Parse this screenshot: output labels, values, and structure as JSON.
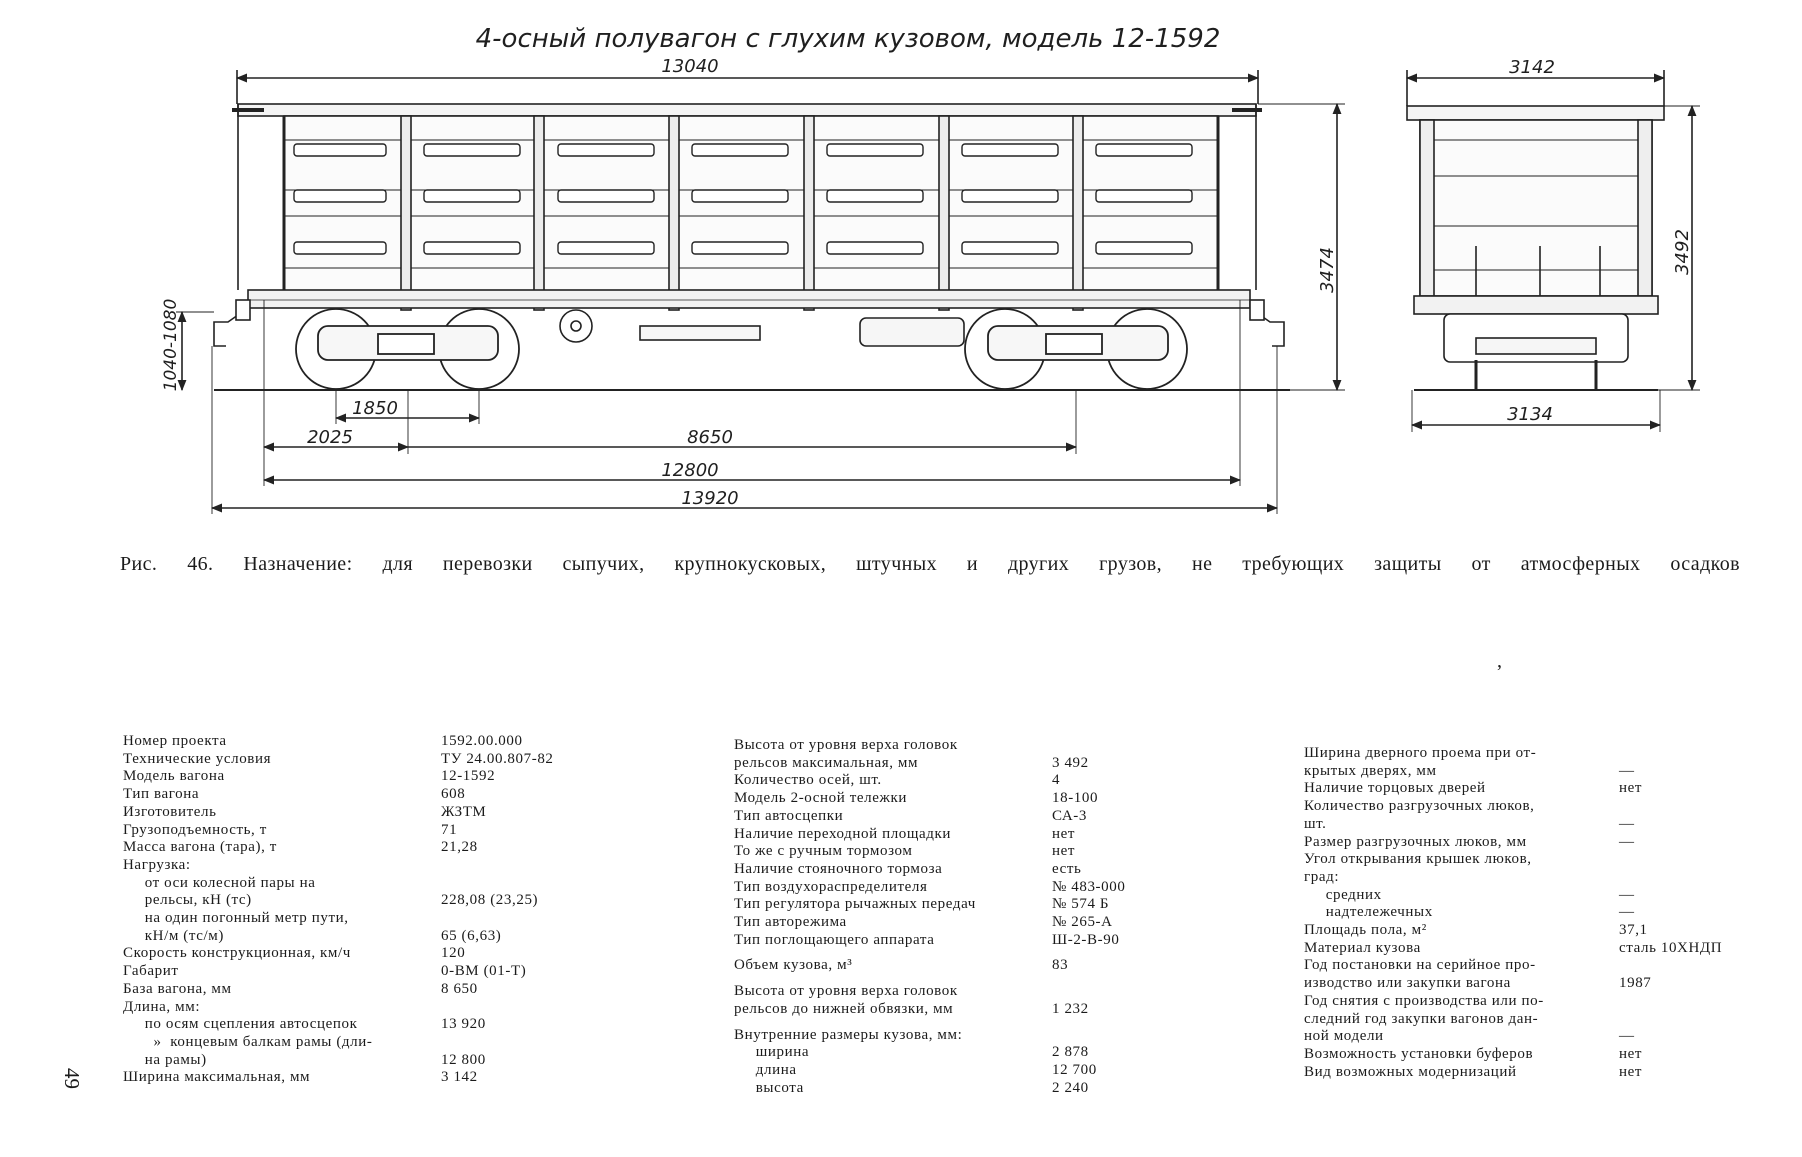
{
  "drawing": {
    "title": "4-осный полувагон с глухим кузовом, модель 12-1592",
    "dims": {
      "overall_top": "13040",
      "height_side": "3474",
      "coupler_height": "1040-1080",
      "bogie_base": "1850",
      "end_to_bogie": "2025",
      "base": "8650",
      "frame_length": "12800",
      "coupler_length": "13920",
      "end_width": "3142",
      "end_height": "3492",
      "end_bottom": "3134"
    }
  },
  "caption": "Рис. 46. Назначение: для перевозки сыпучих, крупнокусковых, штучных и других грузов, не требующих защиты от атмосферных осадков",
  "stray_mark": ",",
  "page_number": "49",
  "spec_col1": [
    {
      "label": "Номер проекта",
      "value": "1592.00.000"
    },
    {
      "label": "Технические условия",
      "value": "ТУ 24.00.807-82"
    },
    {
      "label": "Модель вагона",
      "value": "12-1592"
    },
    {
      "label": "Тип вагона",
      "value": "608"
    },
    {
      "label": "Изготовитель",
      "value": "ЖЗТМ"
    },
    {
      "label": "Грузоподъемность, т",
      "value": "71"
    },
    {
      "label": "Масса вагона (тара), т",
      "value": "21,28"
    },
    {
      "label": "Нагрузка:",
      "value": ""
    },
    {
      "label": "     от оси колесной пары на",
      "value": ""
    },
    {
      "label": "     рельсы, кН (тс)",
      "value": "228,08 (23,25)"
    },
    {
      "label": "     на один погонный метр пути,",
      "value": ""
    },
    {
      "label": "     кН/м (тс/м)",
      "value": "65 (6,63)"
    },
    {
      "label": "Скорость конструкционная, км/ч",
      "value": "120"
    },
    {
      "label": "Габарит",
      "value": "0-ВМ (01-Т)"
    },
    {
      "label": "База вагона, мм",
      "value": "8 650"
    },
    {
      "label": "Длина, мм:",
      "value": ""
    },
    {
      "label": "     по осям сцепления автосцепок",
      "value": "13 920"
    },
    {
      "label": "       »  концевым балкам рамы (дли-",
      "value": ""
    },
    {
      "label": "     на рамы)",
      "value": "12 800"
    },
    {
      "label": "Ширина максимальная, мм",
      "value": "3 142"
    }
  ],
  "spec_col2": [
    {
      "label": "Высота от уровня верха головок",
      "value": ""
    },
    {
      "label": "рельсов максимальная, мм",
      "value": "3 492"
    },
    {
      "label": "Количество осей, шт.",
      "value": "4"
    },
    {
      "label": "Модель 2-осной тележки",
      "value": "18-100"
    },
    {
      "label": "Тип автосцепки",
      "value": "СА-3"
    },
    {
      "label": "Наличие переходной площадки",
      "value": "нет"
    },
    {
      "label": "То же с ручным тормозом",
      "value": "нет"
    },
    {
      "label": "Наличие стояночного тормоза",
      "value": "есть"
    },
    {
      "label": "Тип воздухораспределителя",
      "value": "№ 483-000"
    },
    {
      "label": "Тип регулятора рычажных передач",
      "value": "№ 574 Б"
    },
    {
      "label": "Тип авторежима",
      "value": "№ 265-А"
    },
    {
      "label": "Тип поглощающего аппарата",
      "value": "Ш-2-В-90"
    },
    {
      "gap": true
    },
    {
      "label": "Объем кузова, м³",
      "value": "83"
    },
    {
      "gap": true
    },
    {
      "label": "Высота от уровня верха головок",
      "value": ""
    },
    {
      "label": "рельсов до нижней обвязки, мм",
      "value": "1 232"
    },
    {
      "gap": true
    },
    {
      "label": "Внутренние размеры кузова, мм:",
      "value": ""
    },
    {
      "label": "     ширина",
      "value": "2 878"
    },
    {
      "label": "     длина",
      "value": "12 700"
    },
    {
      "label": "     высота",
      "value": "2 240"
    }
  ],
  "spec_col3": [
    {
      "label": "Ширина дверного проема при от-",
      "value": ""
    },
    {
      "label": "крытых дверях, мм",
      "value": "—"
    },
    {
      "label": "Наличие торцовых дверей",
      "value": "нет"
    },
    {
      "label": "Количество разгрузочных люков,",
      "value": ""
    },
    {
      "label": "шт.",
      "value": "—"
    },
    {
      "label": "Размер разгрузочных люков, мм",
      "value": "—"
    },
    {
      "label": "Угол открывания крышек люков,",
      "value": ""
    },
    {
      "label": "град:",
      "value": ""
    },
    {
      "label": "     средних",
      "value": "—"
    },
    {
      "label": "     надтележечных",
      "value": "—"
    },
    {
      "label": "Площадь пола, м²",
      "value": "37,1"
    },
    {
      "label": "Материал кузова",
      "value": "сталь 10ХНДП"
    },
    {
      "label": "Год постановки на серийное про-",
      "value": ""
    },
    {
      "label": "изводство или закупки вагона",
      "value": "1987"
    },
    {
      "label": "Год снятия с производства или по-",
      "value": ""
    },
    {
      "label": "следний год закупки вагонов дан-",
      "value": ""
    },
    {
      "label": "ной модели",
      "value": "—"
    },
    {
      "label": "Возможность установки буферов",
      "value": "нет"
    },
    {
      "label": "Вид возможных модернизаций",
      "value": "нет"
    }
  ]
}
